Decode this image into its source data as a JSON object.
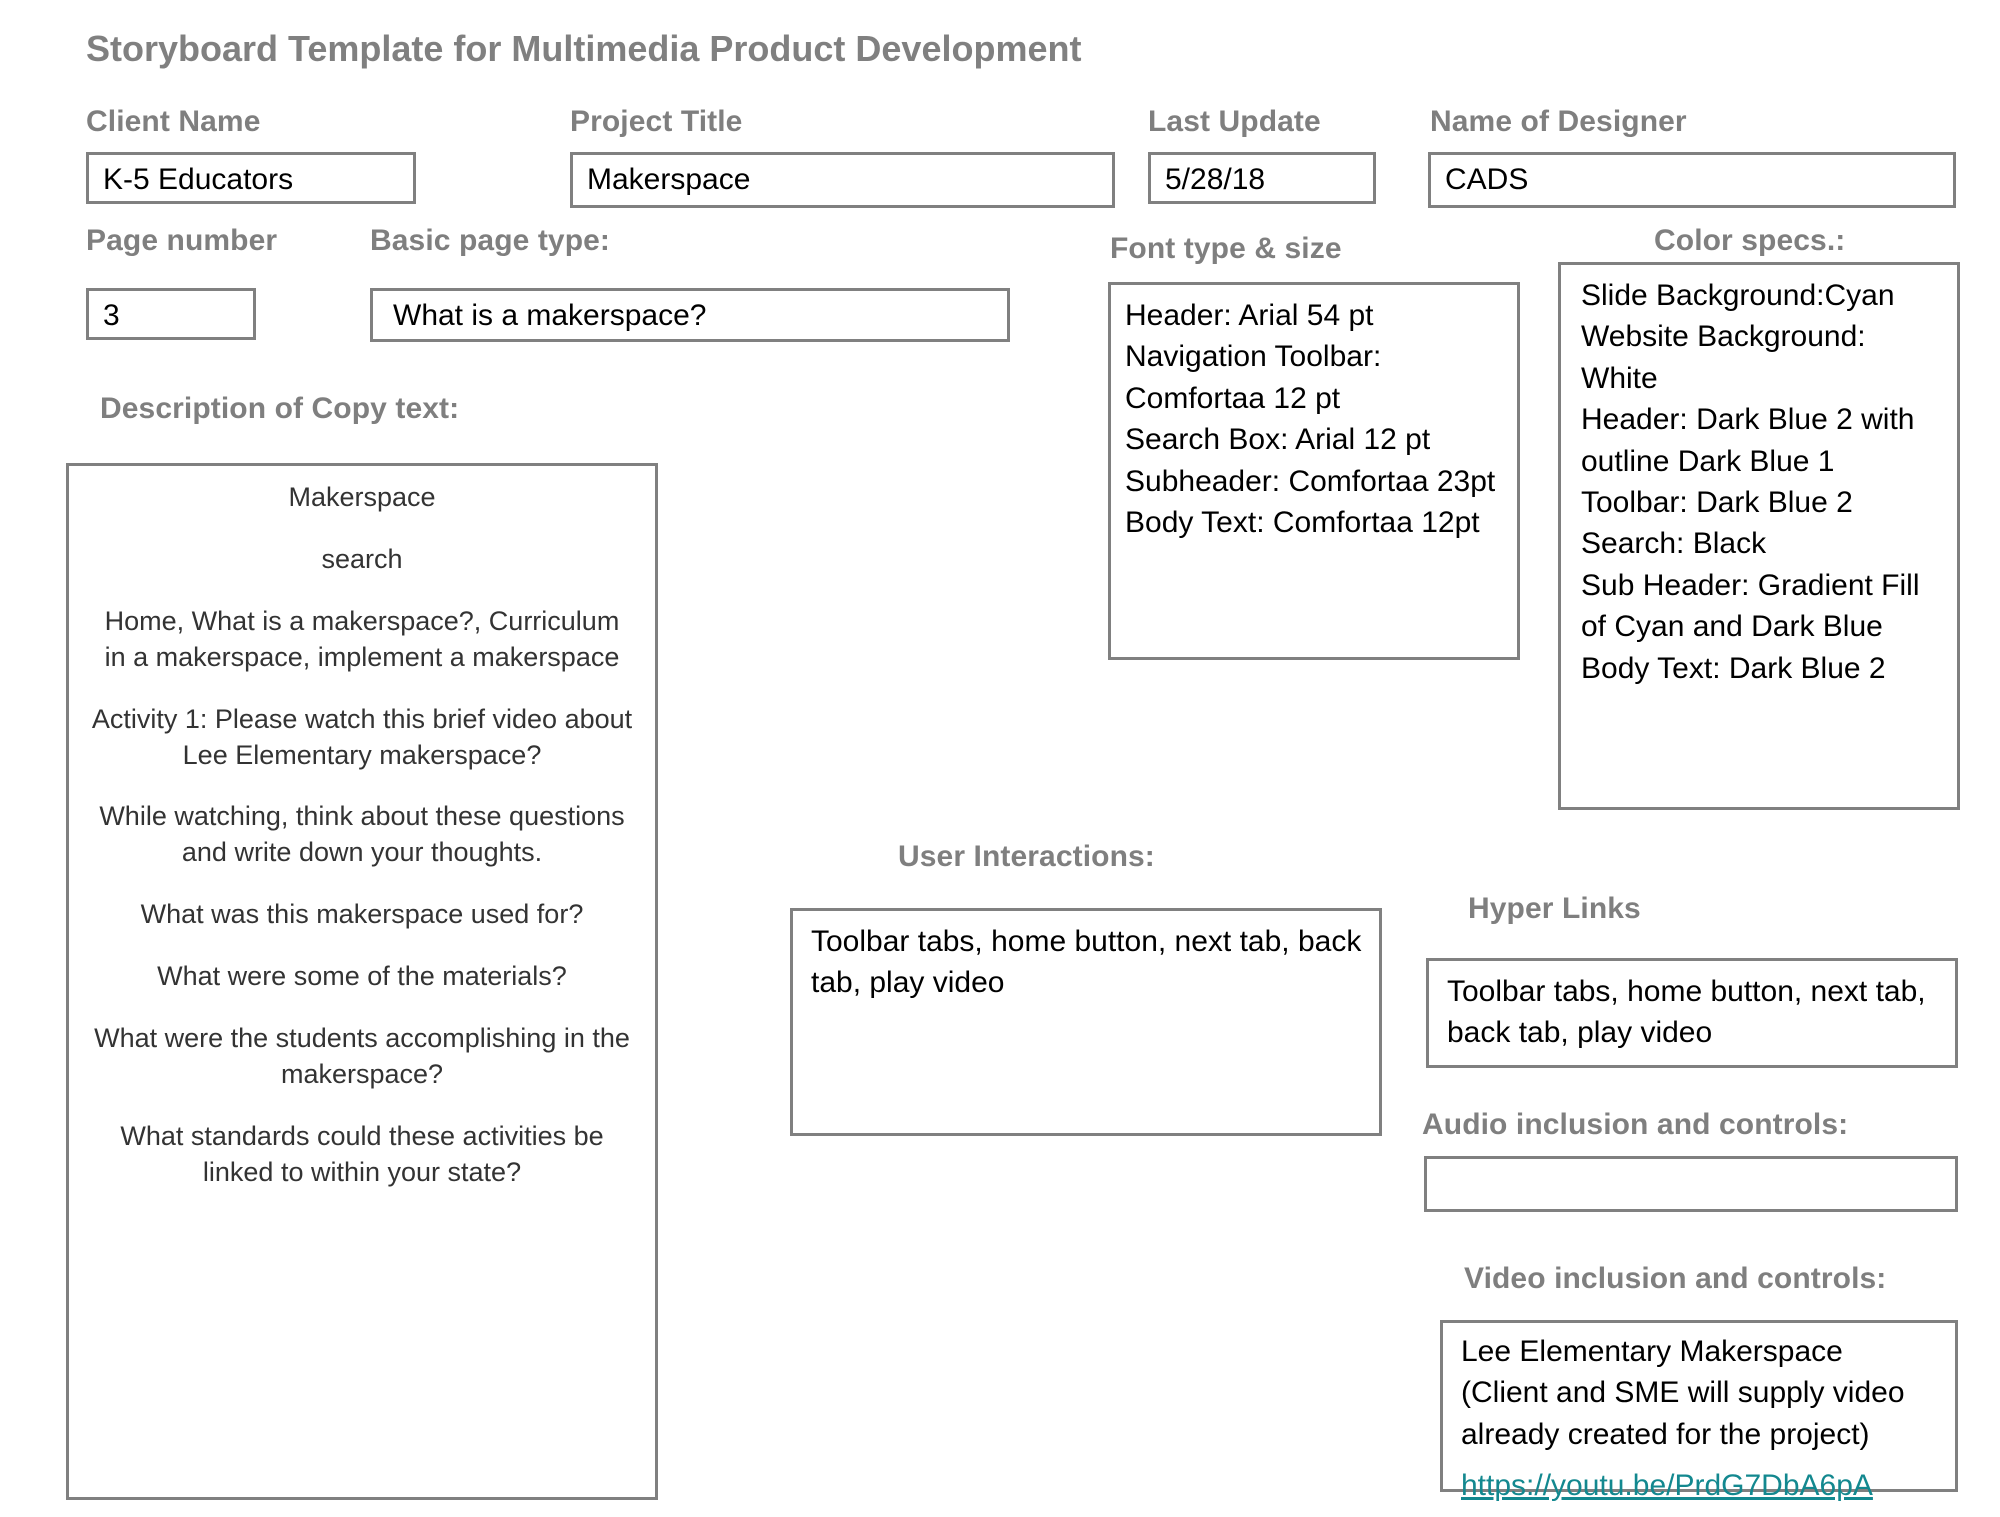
{
  "title": "Storyboard Template for Multimedia Product Development",
  "fields": {
    "client_name_label": "Client Name",
    "client_name_value": "K-5 Educators",
    "project_title_label": "Project Title",
    "project_title_value": "Makerspace",
    "last_update_label": "Last Update",
    "last_update_value": "5/28/18",
    "designer_label": "Name of Designer",
    "designer_value": "CADS",
    "page_number_label": "Page number",
    "page_number_value": "3",
    "basic_page_type_label": "Basic page type:",
    "basic_page_type_value": "What is a makerspace?"
  },
  "font_specs": {
    "label": "Font type & size",
    "value": "Header: Arial 54 pt\nNavigation Toolbar: Comfortaa 12 pt\nSearch Box: Arial 12 pt\nSubheader: Comfortaa 23pt\nBody Text: Comfortaa 12pt"
  },
  "color_specs": {
    "label": "Color specs.:",
    "value": "Slide Background:Cyan\nWebsite Background: White\nHeader: Dark Blue 2 with outline Dark Blue 1\nToolbar: Dark Blue 2\nSearch: Black\nSub Header: Gradient Fill of Cyan and Dark Blue\nBody Text: Dark Blue 2"
  },
  "copy_text": {
    "label": "Description of Copy text:",
    "lines": [
      "Makerspace",
      "search",
      "Home, What is a makerspace?, Curriculum in a makerspace, implement a makerspace",
      "Activity 1: Please watch this brief video about Lee Elementary makerspace?",
      "While watching, think about these questions and write down your thoughts.",
      "What was this makerspace used for?",
      "What were some of the materials?",
      "What were the students accomplishing in the makerspace?",
      "What standards could these activities be linked to within your state?"
    ]
  },
  "user_interactions": {
    "label": "User Interactions:",
    "value": "Toolbar tabs, home button, next tab, back tab, play video"
  },
  "hyper_links": {
    "label": "Hyper Links",
    "value": "Toolbar tabs, home button, next tab, back tab, play video"
  },
  "audio": {
    "label": "Audio inclusion and controls:",
    "value": ""
  },
  "video": {
    "label": "Video inclusion and controls:",
    "text": "Lee Elementary Makerspace\n(Client and SME will supply video already created for the project)",
    "url": "https://youtu.be/PrdG7DbA6pA"
  },
  "colors": {
    "label_gray": "#7f7f7f",
    "border_gray": "#808080",
    "link_teal": "#13888f",
    "body_text": "#000000"
  }
}
